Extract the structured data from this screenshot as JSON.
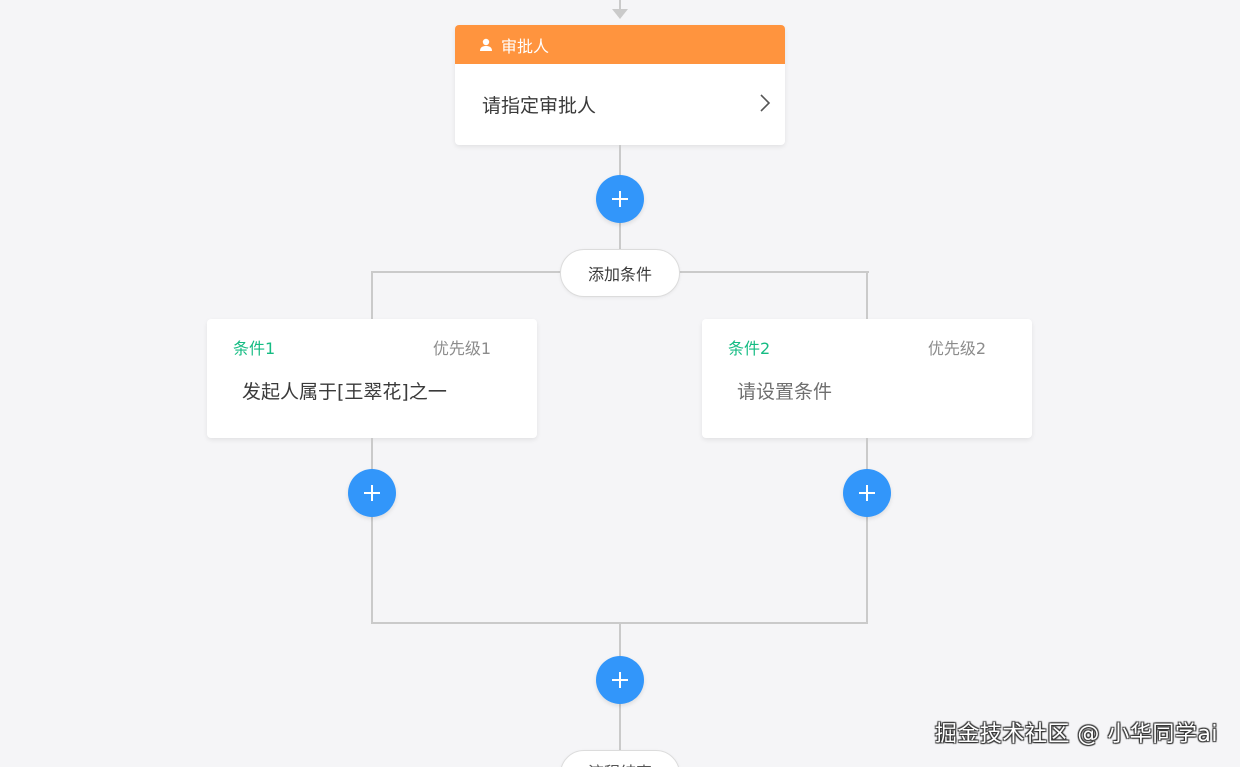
{
  "approver_node": {
    "title": "审批人",
    "placeholder": "请指定审批人",
    "header_color": "#ff943e"
  },
  "add_condition": {
    "label": "添加条件"
  },
  "conditions": [
    {
      "title": "条件1",
      "priority": "优先级1",
      "content": "发起人属于[王翠花]之一"
    },
    {
      "title": "条件2",
      "priority": "优先级2",
      "content": "请设置条件"
    }
  ],
  "end_node": {
    "label": "流程结束"
  },
  "watermark": "掘金技术社区 @ 小华同学ai",
  "icons": {
    "approver": "user-icon",
    "add": "plus-icon",
    "chevron": "chevron-right-icon"
  },
  "colors": {
    "accent_blue": "#3296fa",
    "condition_green": "#15bc83",
    "approver_orange": "#ff943e"
  }
}
